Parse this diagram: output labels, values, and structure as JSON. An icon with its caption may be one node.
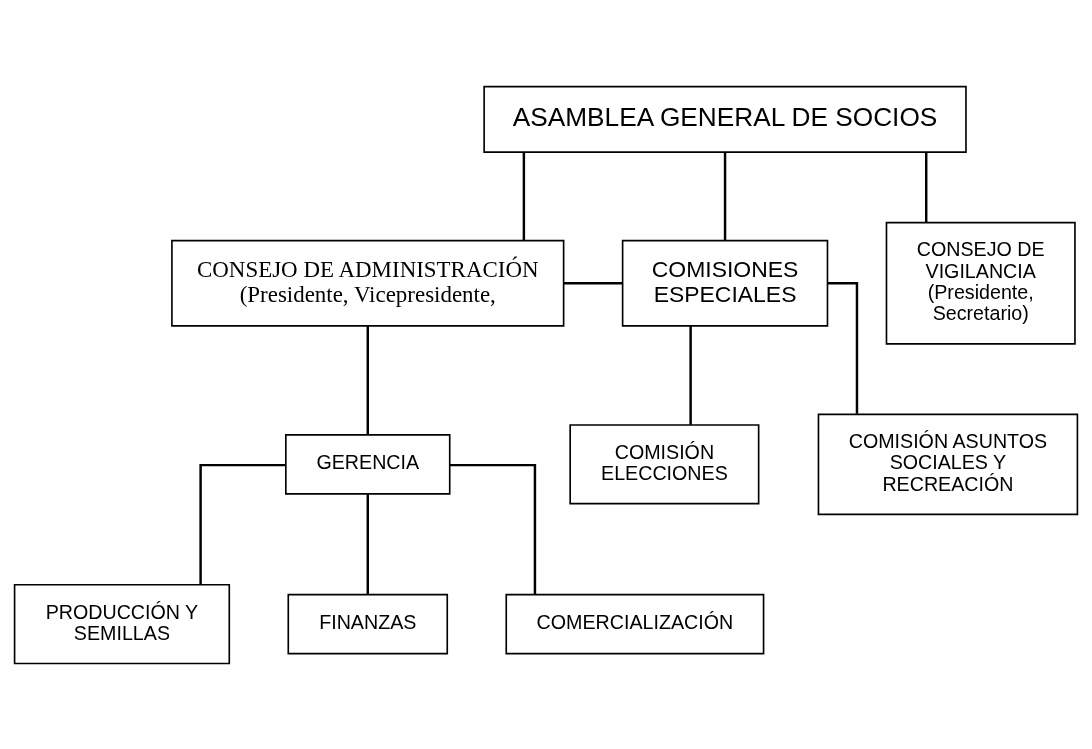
{
  "diagram": {
    "nodes": [
      {
        "text": [
          "ASAMBLEA GENERAL DE SOCIOS"
        ]
      },
      {
        "text": [
          "CONSEJO DE ADMINISTRACIÓN",
          "(Presidente, Vicepresidente,"
        ]
      },
      {
        "text": [
          "COMISIONES ESPECIALES"
        ]
      },
      {
        "text": [
          "CONSEJO DE VIGILANCIA (Presidente, Secretario)"
        ]
      },
      {
        "text": [
          "COMISIÓN ELECCIONES"
        ]
      },
      {
        "text": [
          "COMISIÓN ASUNTOS SOCIALES Y RECREACIÓN"
        ]
      },
      {
        "text": [
          "GERENCIA"
        ]
      },
      {
        "text": [
          "PRODUCCIÓN Y SEMILLAS"
        ]
      },
      {
        "text": [
          "FINANZAS"
        ]
      },
      {
        "text": [
          "COMERCIALIZACIÓN"
        ]
      }
    ],
    "edges": [
      {
        "from": 0,
        "to": 1,
        "arrow": "none"
      },
      {
        "from": 0,
        "to": 2,
        "arrow": "none"
      },
      {
        "from": 0,
        "to": 3,
        "arrow": "none"
      },
      {
        "from": 1,
        "to": 2,
        "arrow": "none"
      },
      {
        "from": 2,
        "to": 4,
        "arrow": "none"
      },
      {
        "from": 2,
        "to": 5,
        "arrow": "none"
      },
      {
        "from": 1,
        "to": 6,
        "arrow": "none"
      },
      {
        "from": 6,
        "to": 7,
        "arrow": "none"
      },
      {
        "from": 6,
        "to": 8,
        "arrow": "none"
      },
      {
        "from": 6,
        "to": 9,
        "arrow": "none"
      }
    ]
  }
}
